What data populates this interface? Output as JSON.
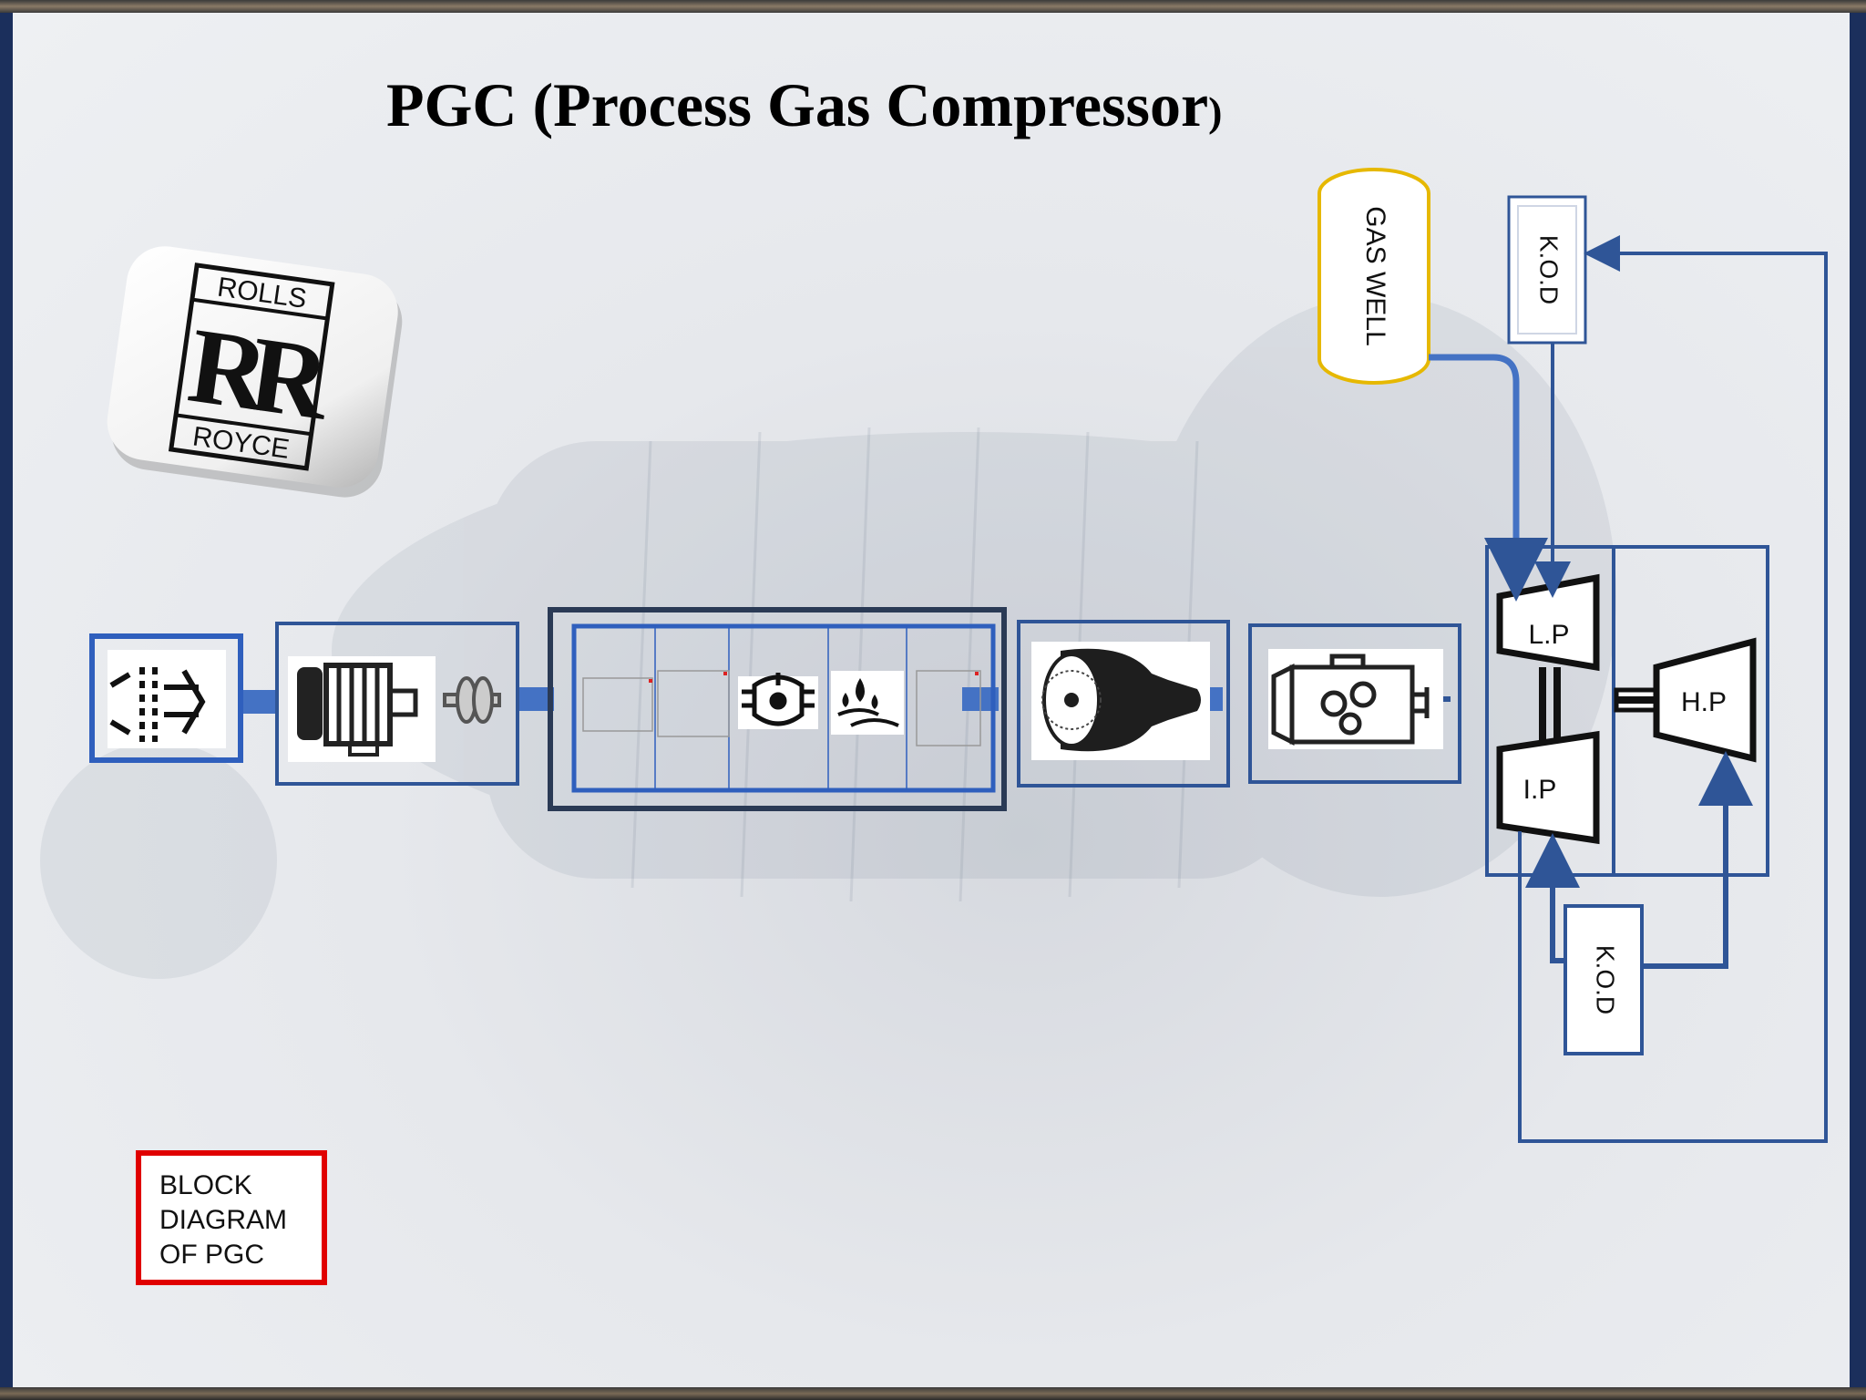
{
  "slide": {
    "title": "PGC (Process Gas Compressor",
    "title_suffix": ")",
    "caption_lines": [
      "BLOCK",
      "DIAGRAM",
      "OF PGC"
    ]
  },
  "logo": {
    "top_text": "ROLLS",
    "monogram": "RR",
    "bottom_text": "ROYCE"
  },
  "nodes": {
    "gas_well": "GAS WELL",
    "kod_top": "K.O.D",
    "kod_bottom": "K.O.D",
    "lp": "L.P",
    "ip": "I.P",
    "hp": "H.P"
  },
  "icons": [
    "air-filter-icon",
    "electric-motor-icon",
    "coupling-icon",
    "missing-image-icon",
    "missing-image-icon",
    "oil-pump-icon",
    "oil-mist-icon",
    "missing-image-icon",
    "jet-engine-icon",
    "gearbox-icon"
  ],
  "colors": {
    "line": "#2f5597",
    "connector": "#4472c4",
    "gas_well_border": "#e6b800",
    "caption_border": "#e00000"
  }
}
